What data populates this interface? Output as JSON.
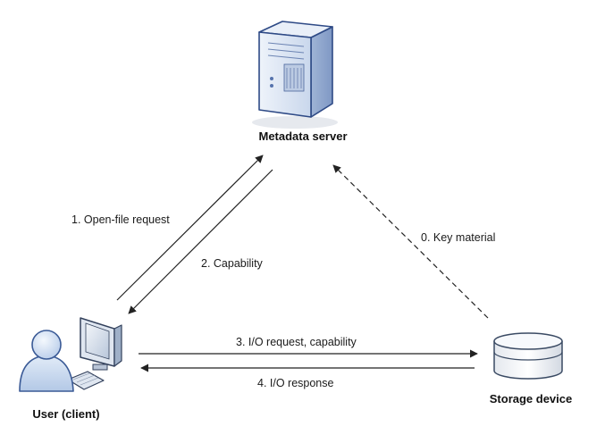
{
  "nodes": {
    "metadata_server": {
      "label": "Metadata server",
      "icon": "server-tower-icon"
    },
    "user_client": {
      "label": "User (client)",
      "icon": "user-workstation-icon"
    },
    "storage_device": {
      "label": "Storage device",
      "icon": "storage-drum-icon"
    }
  },
  "edges": {
    "open_file_request": {
      "label": "1. Open-file request",
      "from": "User (client)",
      "to": "Metadata server",
      "style": "solid"
    },
    "capability": {
      "label": "2. Capability",
      "from": "Metadata server",
      "to": "User (client)",
      "style": "solid"
    },
    "io_request": {
      "label": "3. I/O request, capability",
      "from": "User (client)",
      "to": "Storage device",
      "style": "solid"
    },
    "io_response": {
      "label": "4. I/O response",
      "from": "Storage device",
      "to": "User (client)",
      "style": "solid"
    },
    "key_material": {
      "label": "0. Key material",
      "from": "Storage device",
      "to": "Metadata server",
      "style": "dashed"
    }
  },
  "colors": {
    "server_body": "#dbe6f4",
    "server_outline": "#2e4a86",
    "person_body": "#c8daf2",
    "person_outline": "#3a5a96",
    "monitor_screen": "#cfd8e6",
    "drum_body": "#f2f4f7",
    "drum_outline": "#3a4a63",
    "arrow": "#222222"
  }
}
